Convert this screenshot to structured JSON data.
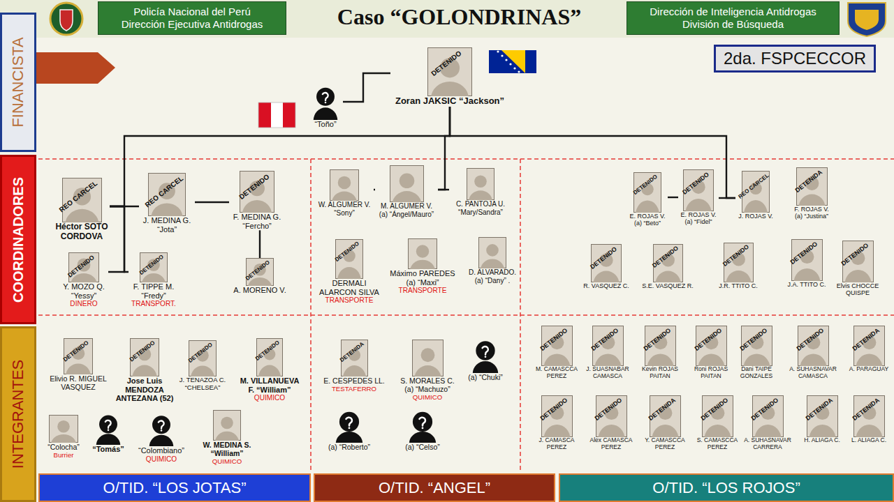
{
  "diagram": {
    "title": "Caso “GOLONDRINAS”",
    "nodes": [
      {
        "text": [
          "Policía Nacional del Perú",
          "Dirección Ejecutiva Antidrogas"
        ]
      },
      {
        "text": [
          "Dirección de Inteligencia Antidrogas",
          "División de Búsqueda"
        ]
      },
      {
        "text": [
          "2da. FSPCECCOR"
        ]
      },
      {
        "text": [
          "FINANCISTA"
        ]
      },
      {
        "text": [
          "COORDINADORES"
        ]
      },
      {
        "text": [
          "INTEGRANTES"
        ]
      },
      {
        "text": [
          "“Toño”"
        ]
      },
      {
        "text": [
          "DETENIDO",
          "Zoran JAKSIC “Jackson”"
        ]
      },
      {
        "text": [
          "REO CARCEL",
          "Héctor SOTO CORDOVA"
        ]
      },
      {
        "text": [
          "REO CARCEL",
          "J. MEDINA G.",
          "“Jota”"
        ]
      },
      {
        "text": [
          "DETENIDO",
          "F. MEDINA G.",
          "“Fercho”"
        ]
      },
      {
        "text": [
          "DETENIDO",
          "Y. MOZO Q.",
          "“Yessy”",
          "DINERO"
        ]
      },
      {
        "text": [
          "DETENIDO",
          "F. TIPPE M.",
          "“Fredy”",
          "TRANSPORT."
        ]
      },
      {
        "text": [
          "DETENIDO",
          "A. MORENO V."
        ]
      },
      {
        "text": [
          "W. ALGUMER V.",
          "“Sony”"
        ]
      },
      {
        "text": [
          "M. ALGUMER V.",
          "(a) “Ángel/Mauro”"
        ]
      },
      {
        "text": [
          "C. PANTOJA U.",
          "“Mary/Sandra”"
        ]
      },
      {
        "text": [
          "DETENIDO",
          "DERMALI ALARCON SILVA",
          "TRANSPORTE"
        ]
      },
      {
        "text": [
          "Máximo PAREDES",
          "(a) “Maxi”",
          "TRANSPORTE"
        ]
      },
      {
        "text": [
          "D. ALVARADO.",
          "(a) “Dany” ."
        ]
      },
      {
        "text": [
          "DETENIDO",
          "E. ROJAS V.",
          "(a) “Beto”"
        ]
      },
      {
        "text": [
          "DETENIDO",
          "E. ROJAS V.",
          "(a) “Fidel”"
        ]
      },
      {
        "text": [
          "REO CARCEL",
          "J. ROJAS V."
        ]
      },
      {
        "text": [
          "DETENIDA",
          "F. ROJAS V.",
          "(a) “Justina”"
        ]
      },
      {
        "text": [
          "DETENIDO",
          "R. VASQUEZ C."
        ]
      },
      {
        "text": [
          "DETENIDO",
          "S.E. VASQUEZ R."
        ]
      },
      {
        "text": [
          "DETENIDO",
          "J.R. TTITO C."
        ]
      },
      {
        "text": [
          "DETENIDO",
          "J.A. TTITO C."
        ]
      },
      {
        "text": [
          "DETENIDO",
          "Elvis CHOCCE QUISPE"
        ]
      },
      {
        "text": [
          "DETENIDO",
          "Elivio R. MIGUEL VASQUEZ"
        ]
      },
      {
        "text": [
          "DETENIDO",
          "Jose Luis MENDOZA ANTEZANA (52)"
        ]
      },
      {
        "text": [
          "DETENIDO",
          "J. TENAZOA C. “CHELSEA”"
        ]
      },
      {
        "text": [
          "DETENIDO",
          "M. VILLANUEVA F. “William”",
          "QUIMICO"
        ]
      },
      {
        "text": [
          "“Colocha”",
          "Burrier"
        ]
      },
      {
        "text": [
          "“Tomás”"
        ]
      },
      {
        "text": [
          "“Colombiano”",
          "QUIMICO"
        ]
      },
      {
        "text": [
          "W. MEDINA S.",
          "“William”",
          "QUIMICO"
        ]
      },
      {
        "text": [
          "DETENIDA",
          "E. CESPEDES LL.",
          "TESTAFERRO"
        ]
      },
      {
        "text": [
          "S. MORALES C.",
          "(a) “Machuzo”",
          "QUIMICO"
        ]
      },
      {
        "text": [
          "(a) “Chuki”"
        ]
      },
      {
        "text": [
          "(a) “Roberto”"
        ]
      },
      {
        "text": [
          "(a) “Celso”"
        ]
      },
      {
        "text": [
          "DETENIDO",
          "M. CAMASCCA PEREZ"
        ]
      },
      {
        "text": [
          "DETENIDO",
          "J. SUASNABAR CAMASCA"
        ]
      },
      {
        "text": [
          "DETENIDO",
          "Kevin ROJAS PAITAN"
        ]
      },
      {
        "text": [
          "DETENIDO",
          "Roni ROJAS PAITAN"
        ]
      },
      {
        "text": [
          "DETENIDO",
          "Dani TAIPE GONZALES"
        ]
      },
      {
        "text": [
          "DETENIDO",
          "A. SUHASNAVAR CAMASCA"
        ]
      },
      {
        "text": [
          "DETENIDA",
          "A. PARAGUAY"
        ]
      },
      {
        "text": [
          "DETENIDO",
          "J. CAMASCA PEREZ"
        ]
      },
      {
        "text": [
          "DETENIDO",
          "Alex CAMASCA PEREZ"
        ]
      },
      {
        "text": [
          "DETENIDA",
          "Y. CAMASCCA PEREZ"
        ]
      },
      {
        "text": [
          "DETENIDO",
          "S. CAMASCCA PEREZ"
        ]
      },
      {
        "text": [
          "DETENIDO",
          "A. SUHASNAVAR CARRERA"
        ]
      },
      {
        "text": [
          "DETENIDA",
          "H. ALIAGA C."
        ]
      },
      {
        "text": [
          "DETENIDA",
          "L. ALIAGA C."
        ]
      },
      {
        "text": [
          "O/TID. “LOS JOTAS”"
        ]
      },
      {
        "text": [
          "O/TID. “ANGEL”"
        ]
      },
      {
        "text": [
          "O/TID. “LOS ROJOS”"
        ]
      }
    ],
    "edges": [
      {
        "from": 6,
        "to": 7,
        "arrow": "none"
      },
      {
        "from": 7,
        "to": 8,
        "arrow": "none"
      },
      {
        "from": 7,
        "to": 15,
        "arrow": "none"
      },
      {
        "from": 7,
        "to": 22,
        "arrow": "none"
      },
      {
        "from": 8,
        "to": 9,
        "arrow": "none"
      },
      {
        "from": 9,
        "to": 10,
        "arrow": "none"
      },
      {
        "from": 8,
        "to": 11,
        "arrow": "none"
      },
      {
        "from": 8,
        "to": 12,
        "arrow": "none"
      },
      {
        "from": 10,
        "to": 13,
        "arrow": "none"
      },
      {
        "from": 14,
        "to": 15,
        "arrow": "none"
      },
      {
        "from": 15,
        "to": 16,
        "arrow": "none"
      },
      {
        "from": 20,
        "to": 21,
        "arrow": "none"
      },
      {
        "from": 21,
        "to": 22,
        "arrow": "none"
      }
    ]
  }
}
